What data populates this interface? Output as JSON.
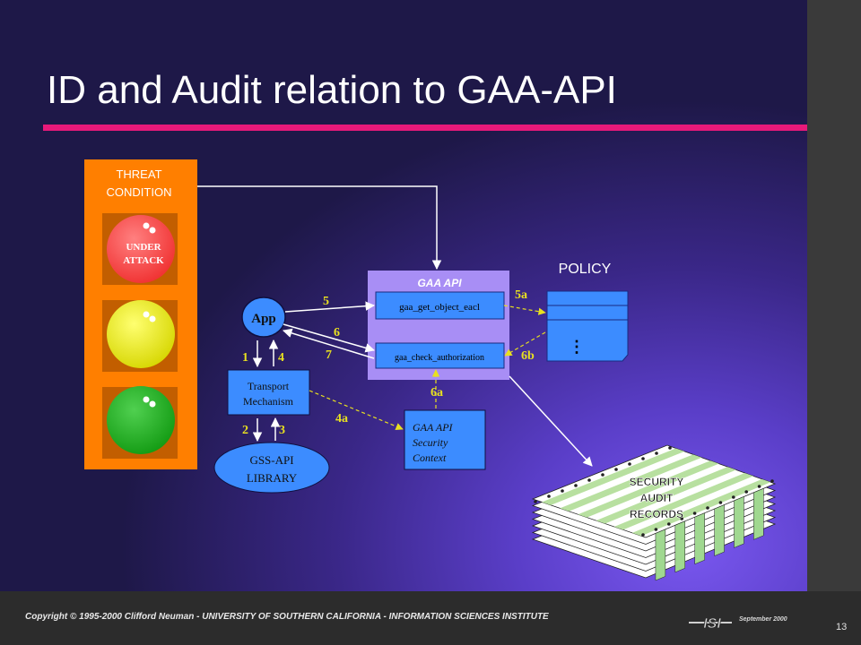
{
  "slide": {
    "title": "ID and Audit relation to GAA-API",
    "accent_color": "#e8197a"
  },
  "threat_panel": {
    "label_line1": "THREAT",
    "label_line2": "CONDITION",
    "red_light_line1": "UNDER",
    "red_light_line2": "ATTACK",
    "colors": {
      "panel": "#ff7f00",
      "red": "#ff4040",
      "yellow": "#e6e600",
      "green": "#22b022"
    }
  },
  "app": {
    "label": "App"
  },
  "transport": {
    "line1": "Transport",
    "line2": "Mechanism"
  },
  "gss_library": {
    "line1": "GSS-API",
    "line2": "LIBRARY"
  },
  "gaa_api": {
    "header": "GAA  API",
    "fn_get": "gaa_get_object_eacl",
    "fn_check": "gaa_check_authorization"
  },
  "security_context": {
    "line1": "GAA API",
    "line2": "Security",
    "line3": "Context"
  },
  "policy": {
    "label": "POLICY",
    "ellipsis": "⋮"
  },
  "audit_records": {
    "line1": "SECURITY",
    "line2": "AUDIT",
    "line3": "RECORDS"
  },
  "steps": {
    "s1": "1",
    "s2": "2",
    "s3": "3",
    "s4": "4",
    "s4a": "4a",
    "s5": "5",
    "s5a": "5a",
    "s6": "6",
    "s6a": "6a",
    "s6b": "6b",
    "s7": "7"
  },
  "footer": {
    "copyright": "Copyright © 1995-2000 Clifford Neuman - UNIVERSITY OF SOUTHERN CALIFORNIA - INFORMATION SCIENCES INSTITUTE",
    "logo_text": "ISI",
    "date": "September 2000",
    "page_number": "13"
  }
}
